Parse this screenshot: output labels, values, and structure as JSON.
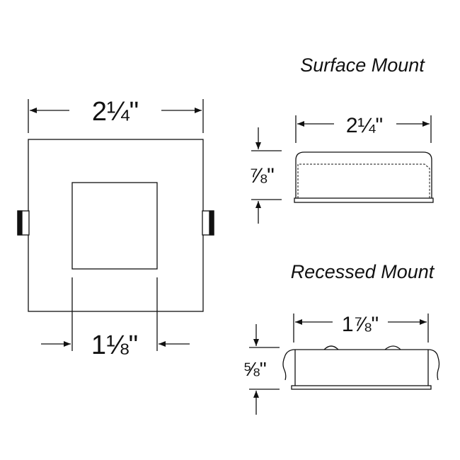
{
  "front_view": {
    "width_label": "2¼\"",
    "opening_label": "1⅛\""
  },
  "surface_mount": {
    "title": "Surface Mount",
    "width_label": "2¼\"",
    "height_label": "⅞\""
  },
  "recessed_mount": {
    "title": "Recessed Mount",
    "width_label": "1⅞\"",
    "height_label": "⅝\""
  }
}
